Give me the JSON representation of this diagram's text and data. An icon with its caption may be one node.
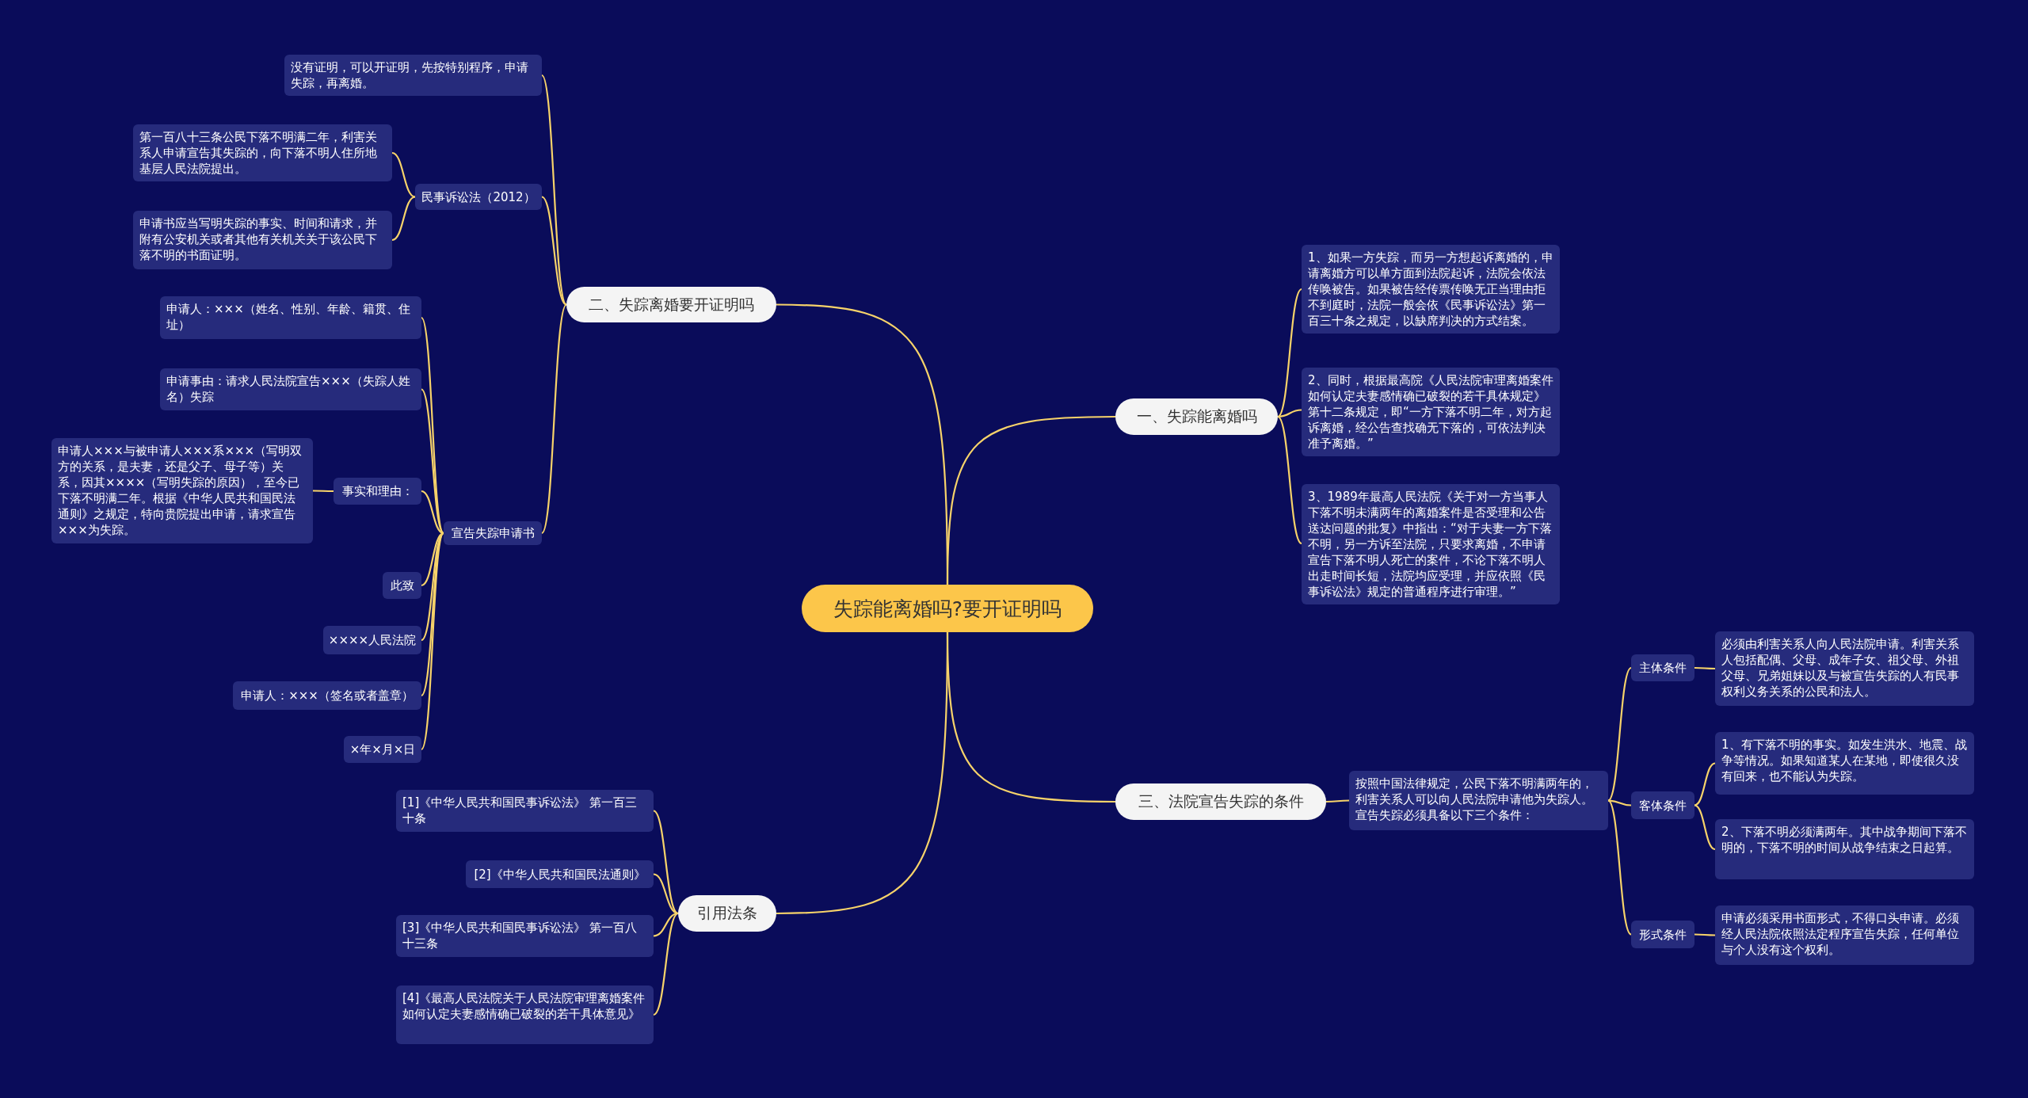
{
  "diagram": {
    "nodes": [
      {
        "text": [
          "失踪能离婚吗?要开证明吗"
        ]
      },
      {
        "text": [
          "一、失踪能离婚吗"
        ]
      },
      {
        "text": [
          "1、如果一方失踪，而另一方想起诉离婚的，申请离婚方可以单方面到法院起诉，法院会依法传唤被告。如果被告经传票传唤无正当理由拒不到庭时，法院一般会依《民事诉讼法》第一百三十条之规定，以缺席判决的方式结案。"
        ]
      },
      {
        "text": [
          "2、同时，根据最高院《人民法院审理离婚案件如何认定夫妻感情确已破裂的若干具体规定》第十二条规定，即“一方下落不明二年，对方起诉离婚，经公告查找确无下落的，可依法判决准予离婚。”"
        ]
      },
      {
        "text": [
          "3、1989年最高人民法院《关于对一方当事人下落不明未满两年的离婚案件是否受理和公告送达问题的批复》中指出：“对于夫妻一方下落不明，另一方诉至法院，只要求离婚，不申请宣告下落不明人死亡的案件，不论下落不明人出走时间长短，法院均应受理，并应依照《民事诉讼法》规定的普通程序进行审理。”"
        ]
      },
      {
        "text": [
          "二、失踪离婚要开证明吗"
        ]
      },
      {
        "text": [
          "没有证明，可以开证明，先按特别程序，申请失踪，再离婚。"
        ]
      },
      {
        "text": [
          "民事诉讼法（2012）"
        ]
      },
      {
        "text": [
          "第一百八十三条公民下落不明满二年，利害关系人申请宣告其失踪的，向下落不明人住所地基层人民法院提出。"
        ]
      },
      {
        "text": [
          "申请书应当写明失踪的事实、时间和请求，并附有公安机关或者其他有关机关关于该公民下落不明的书面证明。"
        ]
      },
      {
        "text": [
          "宣告失踪申请书"
        ]
      },
      {
        "text": [
          "申请人：×××（姓名、性别、年龄、籍贯、住址）"
        ]
      },
      {
        "text": [
          "申请事由：请求人民法院宣告×××（失踪人姓名）失踪"
        ]
      },
      {
        "text": [
          "事实和理由："
        ]
      },
      {
        "text": [
          "申请人×××与被申请人×××系×××（写明双方的关系，是夫妻，还是父子、母子等）关系，因其××××（写明失踪的原因），至今已下落不明满二年。根据《中华人民共和国民法通则》之规定，特向贵院提出申请，请求宣告×××为失踪。"
        ]
      },
      {
        "text": [
          "此致"
        ]
      },
      {
        "text": [
          "××××人民法院"
        ]
      },
      {
        "text": [
          "申请人：×××（签名或者盖章）"
        ]
      },
      {
        "text": [
          "×年×月×日"
        ]
      },
      {
        "text": [
          "三、法院宣告失踪的条件"
        ]
      },
      {
        "text": [
          "按照中国法律规定，公民下落不明满两年的，利害关系人可以向人民法院申请他为失踪人。宣告失踪必须具备以下三个条件："
        ]
      },
      {
        "text": [
          "主体条件"
        ]
      },
      {
        "text": [
          "必须由利害关系人向人民法院申请。利害关系人包括配偶、父母、成年子女、祖父母、外祖父母、兄弟姐妹以及与被宣告失踪的人有民事权利义务关系的公民和法人。"
        ]
      },
      {
        "text": [
          "客体条件"
        ]
      },
      {
        "text": [
          "1、有下落不明的事实。如发生洪水、地震、战争等情况。如果知道某人在某地，即使很久没有回来，也不能认为失踪。"
        ]
      },
      {
        "text": [
          "2、下落不明必须满两年。其中战争期间下落不明的，下落不明的时间从战争结束之日起算。"
        ]
      },
      {
        "text": [
          "形式条件"
        ]
      },
      {
        "text": [
          "申请必须采用书面形式，不得口头申请。必须经人民法院依照法定程序宣告失踪，任何单位与个人没有这个权利。"
        ]
      },
      {
        "text": [
          "引用法条"
        ]
      },
      {
        "text": [
          "[1]《中华人民共和国民事诉讼法》 第一百三十条"
        ]
      },
      {
        "text": [
          "[2]《中华人民共和国民法通则》"
        ]
      },
      {
        "text": [
          "[3]《中华人民共和国民事诉讼法》 第一百八十三条"
        ]
      },
      {
        "text": [
          "[4]《最高人民法院关于人民法院审理离婚案件如何认定夫妻感情确已破裂的若干具体意见》"
        ]
      }
    ],
    "edges": [
      {
        "from": 0,
        "to": 1,
        "arrow": "none"
      },
      {
        "from": 1,
        "to": 2,
        "arrow": "none"
      },
      {
        "from": 1,
        "to": 3,
        "arrow": "none"
      },
      {
        "from": 1,
        "to": 4,
        "arrow": "none"
      },
      {
        "from": 0,
        "to": 5,
        "arrow": "none"
      },
      {
        "from": 5,
        "to": 6,
        "arrow": "none"
      },
      {
        "from": 5,
        "to": 7,
        "arrow": "none"
      },
      {
        "from": 7,
        "to": 8,
        "arrow": "none"
      },
      {
        "from": 7,
        "to": 9,
        "arrow": "none"
      },
      {
        "from": 5,
        "to": 10,
        "arrow": "none"
      },
      {
        "from": 10,
        "to": 11,
        "arrow": "none"
      },
      {
        "from": 10,
        "to": 12,
        "arrow": "none"
      },
      {
        "from": 10,
        "to": 13,
        "arrow": "none"
      },
      {
        "from": 13,
        "to": 14,
        "arrow": "none"
      },
      {
        "from": 10,
        "to": 15,
        "arrow": "none"
      },
      {
        "from": 10,
        "to": 16,
        "arrow": "none"
      },
      {
        "from": 10,
        "to": 17,
        "arrow": "none"
      },
      {
        "from": 10,
        "to": 18,
        "arrow": "none"
      },
      {
        "from": 0,
        "to": 19,
        "arrow": "none"
      },
      {
        "from": 19,
        "to": 20,
        "arrow": "none"
      },
      {
        "from": 20,
        "to": 21,
        "arrow": "none"
      },
      {
        "from": 21,
        "to": 22,
        "arrow": "none"
      },
      {
        "from": 20,
        "to": 23,
        "arrow": "none"
      },
      {
        "from": 23,
        "to": 24,
        "arrow": "none"
      },
      {
        "from": 23,
        "to": 25,
        "arrow": "none"
      },
      {
        "from": 20,
        "to": 26,
        "arrow": "none"
      },
      {
        "from": 26,
        "to": 27,
        "arrow": "none"
      },
      {
        "from": 0,
        "to": 28,
        "arrow": "none"
      },
      {
        "from": 28,
        "to": 29,
        "arrow": "none"
      },
      {
        "from": 28,
        "to": 30,
        "arrow": "none"
      },
      {
        "from": 28,
        "to": 31,
        "arrow": "none"
      },
      {
        "from": 28,
        "to": 32,
        "arrow": "none"
      }
    ]
  }
}
